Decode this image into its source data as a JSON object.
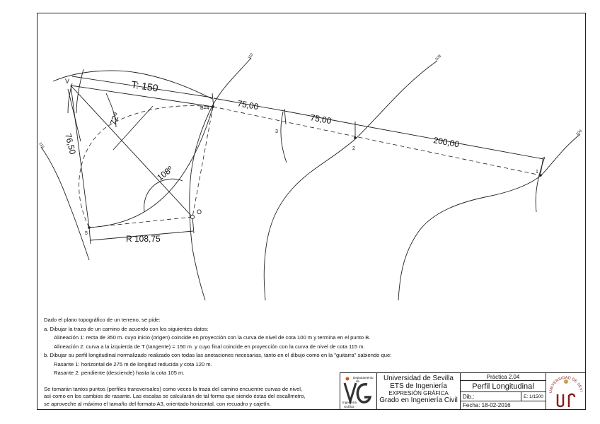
{
  "drawing": {
    "title_labels": {
      "v": "V",
      "o": "O",
      "b4": "B=4",
      "p1": "1",
      "p2": "2",
      "p3": "3",
      "p5": "5"
    },
    "dimensions": {
      "t": "T: 150",
      "d1": "75,00",
      "d2": "75,00",
      "d3": "200,00",
      "r": "R 108,75",
      "side": "76,50",
      "angle1": "72º",
      "angle2": "108º"
    },
    "contours": {
      "c110": "110",
      "c108": "108",
      "c100": "100",
      "c115": "115"
    }
  },
  "statement": {
    "intro": "Dado el plano topográfico de un terreno, se pide:",
    "a": "a. Dibujar la traza de un camino de acuerdo con los siguientes datos:",
    "a1": "Alineación 1: recta de 350 m. cuyo inicio (origen) coincide en proyección con la curva de nivel de cota 100 m y termina en el punto B.",
    "a2": "Alineación 2: curva a la izquierda de T (tangente) = 150 m. y cuyo final coincide en proyección con la curva de nivel de cota 115 m.",
    "b": "b. Dibujar su perfil longitudinal normalizado realizado con todas las anotaciones necesarias, tanto en el dibujo como en la \"guitarra\" sabiendo que:",
    "r1": "Rasante 1: horizontal de 275 m de longitud reducida y cota 120 m.",
    "r2": "Rasante 2: pendiente (desciende) hasta la cota 105 m.",
    "final1": "Se tomarán tantos puntos (perfiles transversales) como veces la traza del camino encuentre curvas de nivel,",
    "final2": "así como en los cambios de rasante. Las escalas se calcularán de tal forma que siendo éstas del escallmetro,",
    "final3": "se aproveche al máximo el tamaño del formato A3, orientado horizontal, con recuadro y cajetín."
  },
  "titleblock": {
    "dept1": "Departamento",
    "dept2": "de",
    "dept3": "Ingeniería",
    "dept4": "Gráfica",
    "univ": "Universidad de Sevilla",
    "ets": "ETS de Ingeniería",
    "expr": "EXPRESIÓN GRÁFICA",
    "grado": "Grado en Ingeniería Civil",
    "practica": "Práctica 2.04",
    "perfil": "Perfil Longitudinal",
    "dib": "Dib.:",
    "escala": "E: 1/1500",
    "fecha": "Fecha: 18-02-2016",
    "seal": "UNIVERSIDAD DE SEVILLA"
  }
}
